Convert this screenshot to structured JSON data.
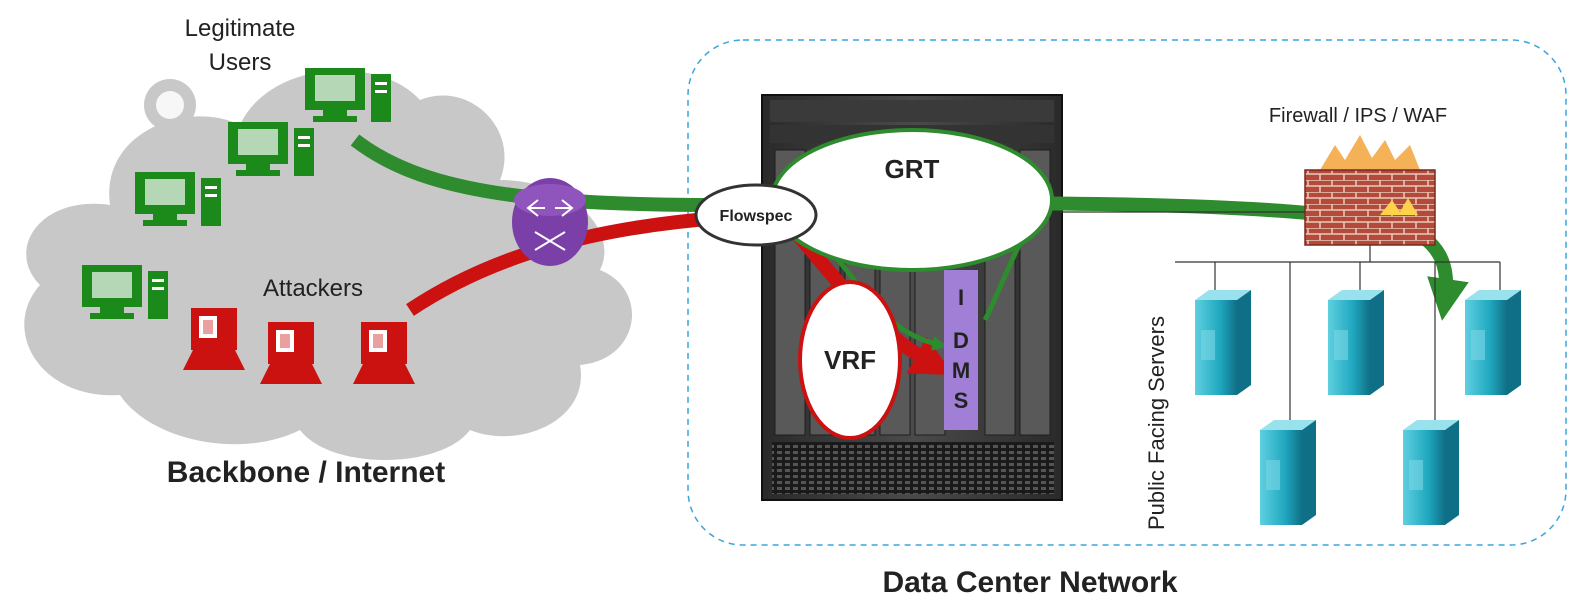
{
  "labels": {
    "legitimate_users_line1": "Legitimate",
    "legitimate_users_line2": "Users",
    "attackers": "Attackers",
    "backbone": "Backbone / Internet",
    "data_center": "Data Center Network",
    "firewall": "Firewall / IPS / WAF",
    "public_servers": "Public Facing Servers",
    "flowspec": "Flowspec",
    "grt": "GRT",
    "vrf": "VRF",
    "idms_letters": [
      "I",
      "D",
      "M",
      "S"
    ]
  },
  "colors": {
    "legit_green": "#2e8b2e",
    "attack_red": "#cc1111",
    "cloud_gray": "#c8c8c8",
    "router_purple": "#7b3fa8",
    "idms_purple": "#a27fd6",
    "dc_border_blue": "#3aa6dc",
    "server_teal": "#1fa7bf",
    "firewall_brick": "#b44a3c"
  },
  "icons": {
    "router": "router-icon",
    "firewall": "firewall-icon",
    "server": "server-icon",
    "chassis": "router-chassis-icon",
    "legit_computer": "legitimate-computer-icon",
    "attacker_computer": "attacker-computer-icon"
  }
}
